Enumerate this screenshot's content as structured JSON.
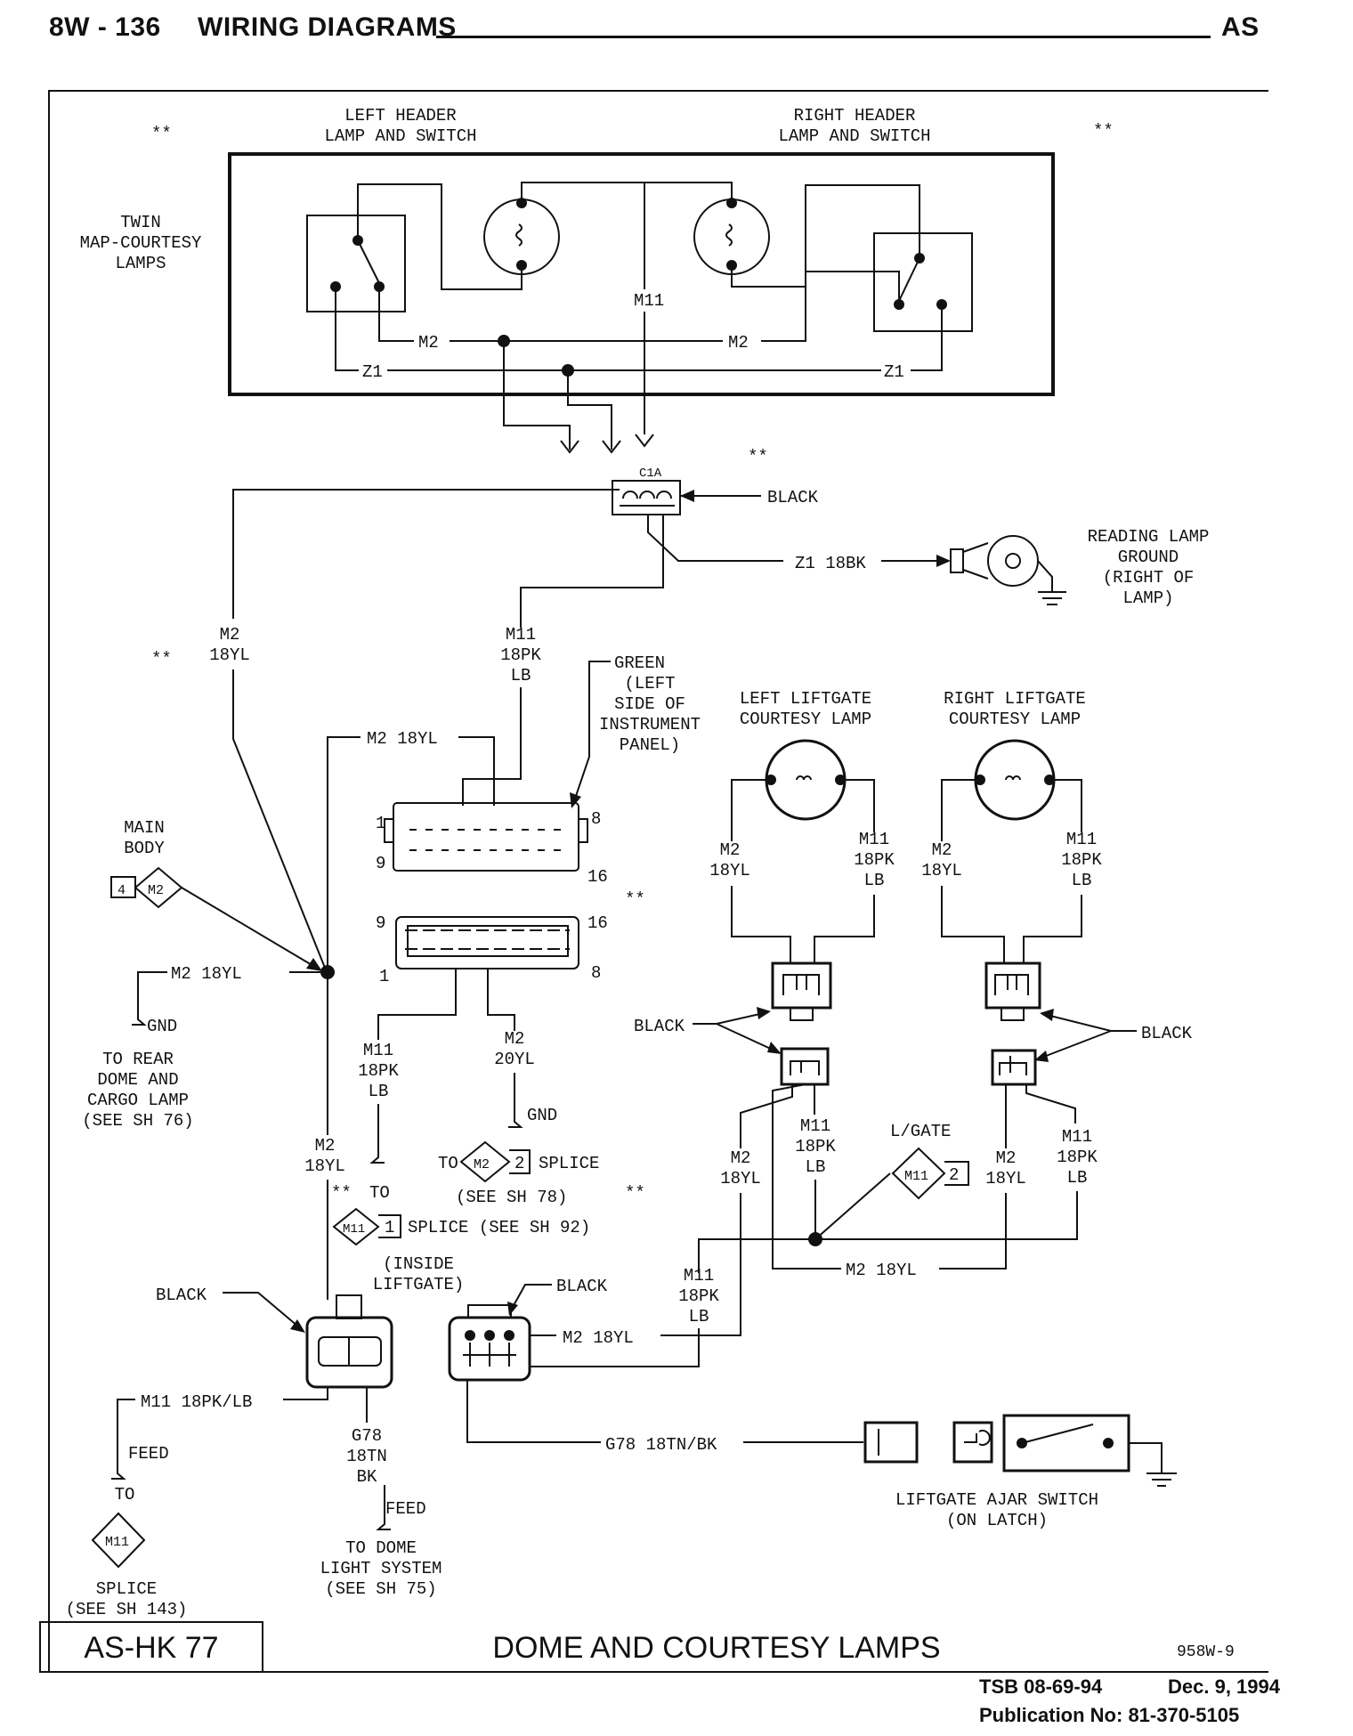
{
  "header": {
    "page": "8W - 136",
    "section": "WIRING DIAGRAMS",
    "model": "AS"
  },
  "header_lamps": {
    "left": [
      "LEFT HEADER",
      "LAMP AND SWITCH"
    ],
    "right": [
      "RIGHT HEADER",
      "LAMP AND SWITCH"
    ],
    "twin": [
      "TWIN",
      "MAP-COURTESY",
      "LAMPS"
    ],
    "wire_m2": "M2",
    "wire_z1": "Z1",
    "wire_m11": "M11",
    "star": "**"
  },
  "connectors": {
    "c1_name": "C1A",
    "c1_color": "BLACK",
    "ground_wire": "Z1 18BK",
    "reading_ground": [
      "READING LAMP",
      "GROUND",
      "(RIGHT OF",
      "LAMP)"
    ],
    "green": [
      "GREEN",
      "(LEFT",
      "SIDE OF",
      "INSTRUMENT",
      "PANEL)"
    ],
    "pins": {
      "p1": "1",
      "p8": "8",
      "p9": "9",
      "p16": "16"
    },
    "black": "BLACK"
  },
  "wires": {
    "m2": "M2",
    "yl18": "18YL",
    "m11": "M11",
    "pk18": "18PK",
    "lb": "LB",
    "m2_18yl": "M2 18YL",
    "yl20": "20YL",
    "gnd": "GND",
    "m11_18pklb": "M11 18PK/LB",
    "g78": "G78",
    "tn18": "18TN",
    "bk": "BK",
    "g78_full": "G78 18TN/BK",
    "feed": "FEED",
    "to": "TO"
  },
  "lamps": {
    "left_liftgate": [
      "LEFT LIFTGATE",
      "COURTESY LAMP"
    ],
    "right_liftgate": [
      "RIGHT LIFTGATE",
      "COURTESY LAMP"
    ],
    "lgate": "L/GATE"
  },
  "splices": {
    "main_body": [
      "MAIN",
      "BODY"
    ],
    "main_body_num": "4",
    "m2": "M2",
    "m11": "M11",
    "rear_dome": [
      "TO REAR",
      "DOME AND",
      "CARGO LAMP",
      "(SEE SH 76)"
    ],
    "splice_78_prefix": "TO",
    "splice_78_num": "2",
    "splice_78_word": "SPLICE",
    "see_78": "(SEE SH 78)",
    "splice_92_num": "1",
    "splice_92": "SPLICE (SEE SH 92)",
    "inside_liftgate": [
      "(INSIDE",
      "LIFTGATE)"
    ],
    "lgate_num": "2",
    "sp143": [
      "SPLICE",
      "(SEE SH 143)"
    ],
    "dome_light": [
      "TO DOME",
      "LIGHT SYSTEM",
      "(SEE SH 75)"
    ]
  },
  "switch": {
    "label": [
      "LIFTGATE AJAR SWITCH",
      "(ON LATCH)"
    ]
  },
  "footer": {
    "code": "AS-HK 77",
    "title": "DOME AND COURTESY LAMPS",
    "fig": "958W-9",
    "tsb": "TSB 08-69-94",
    "date": "Dec. 9, 1994",
    "pub": "Publication No:  81-370-5105"
  }
}
